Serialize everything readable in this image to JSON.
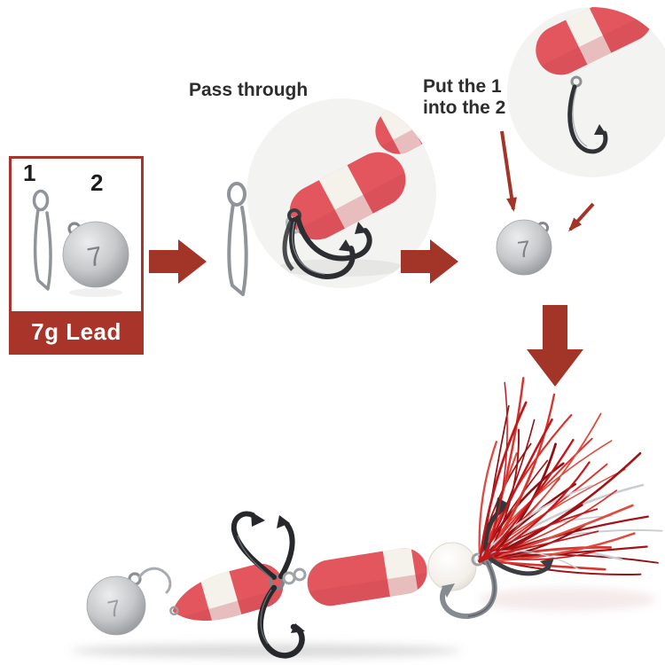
{
  "kit_box": {
    "item1_label": "1",
    "item2_label": "2",
    "banner_label": "7g Lead"
  },
  "weights": {
    "marking": "7"
  },
  "steps": {
    "step1_title": "Pass through",
    "step2_title_line1": "Put the 1",
    "step2_title_line2": "into the 2"
  },
  "icons": [
    "arrow-right-icon",
    "arrow-down-icon",
    "pointer-arrow-icon",
    "snap-clip-icon",
    "lead-ball-icon",
    "treble-hook-icon",
    "lure-segment-icon",
    "tinsel-tail-icon"
  ],
  "colors": {
    "accent_red": "#a23527",
    "banner_red": "#a8342a",
    "lure_body_red": "#e4565e",
    "lure_body_white": "#f5f2ec",
    "lead_gray": "#c6c8ca",
    "tinsel_red": "#c2181b",
    "tinsel_silver": "#c9ced3",
    "text_dark": "#2d2d2d"
  }
}
